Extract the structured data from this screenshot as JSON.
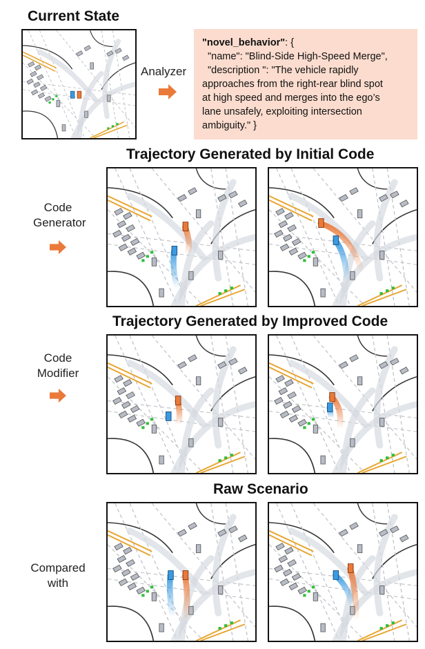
{
  "current_state": {
    "title": "Current State"
  },
  "analyzer": {
    "label": "Analyzer"
  },
  "behavior_box": {
    "key": "\"novel_behavior\"",
    "open": ": {",
    "name_line": "\"name\": \"Blind-Side High-Speed Merge\",",
    "description_line": "\"description \":  \"The vehicle rapidly",
    "line3": "approaches from the right-rear blind spot",
    "line4": "at high speed and merges into the ego’s",
    "line5": "lane unsafely, exploiting intersection",
    "line6": "ambiguity.\" }"
  },
  "section_initial": {
    "title": "Trajectory Generated by Initial Code"
  },
  "code_generator": {
    "line1": "Code",
    "line2": "Generator"
  },
  "section_improved": {
    "title": "Trajectory Generated by Improved Code"
  },
  "code_modifier": {
    "line1": "Code",
    "line2": "Modifier"
  },
  "section_raw": {
    "title": "Raw Scenario"
  },
  "compared_with": {
    "line1": "Compared",
    "line2": "with"
  },
  "colors": {
    "accent_orange": "#ea7a3a",
    "ego_blue": "#3a9be0",
    "json_box_bg": "#fbdcce",
    "lane_yellow": "#e8a530",
    "parked_car": "#b8bcc6",
    "marker_green": "#2fbf3a"
  }
}
